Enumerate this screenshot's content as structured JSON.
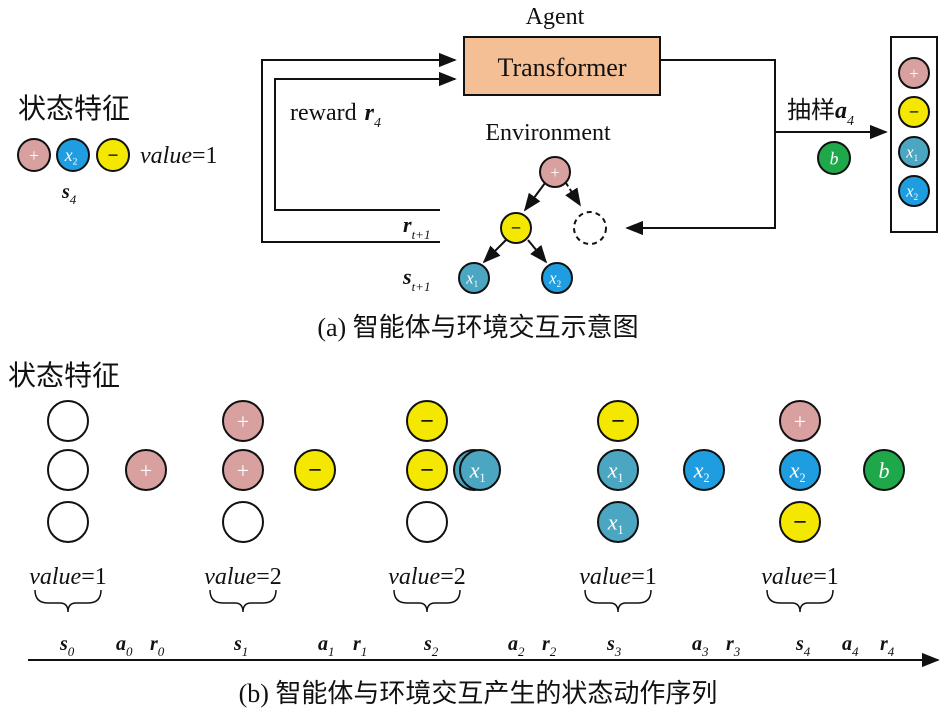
{
  "colors": {
    "plus": "#d9a0a0",
    "minus": "#f5e800",
    "x1": "#4aa6c1",
    "x2": "#1e9ee0",
    "b": "#1ea84a",
    "transformer_fill": "#f5bf96",
    "stroke": "#111111",
    "text_on_token": "#ffffff"
  },
  "panel_a": {
    "agent_label": "Agent",
    "transformer_label": "Transformer",
    "reward_label": "reward",
    "reward_var": "r",
    "reward_sub": "4",
    "environment_label": "Environment",
    "state_features_label": "状态特征",
    "state_tokens": [
      "+",
      "x2",
      "−"
    ],
    "value_label": "value",
    "value_eq": "=1",
    "state_var": "s",
    "state_sub": "4",
    "sample_label": "抽样",
    "action_var": "a",
    "action_sub": "4",
    "sampled_token": "b",
    "output_tokens": [
      "+",
      "−",
      "x1",
      "x2"
    ],
    "r_next_var": "r",
    "r_next_sub": "t+1",
    "s_next_var": "s",
    "s_next_sub": "t+1",
    "tree": {
      "root": "+",
      "left": "−",
      "right": "",
      "left_left": "x1",
      "left_right": "x2"
    },
    "caption": "(a) 智能体与环境交互示意图"
  },
  "panel_b": {
    "state_features_label": "状态特征",
    "states": [
      {
        "slots": [
          "",
          "",
          ""
        ],
        "value": "value",
        "value_eq": "=1",
        "var": "s",
        "sub": "0"
      },
      {
        "slots": [
          "+",
          "+",
          ""
        ],
        "value": "value",
        "value_eq": "=2",
        "var": "s",
        "sub": "1"
      },
      {
        "slots": [
          "−",
          "−|x1",
          ""
        ],
        "value": "value",
        "value_eq": "=2",
        "var": "s",
        "sub": "2"
      },
      {
        "slots": [
          "−",
          "x1",
          "x1"
        ],
        "value": "value",
        "value_eq": "=1",
        "var": "s",
        "sub": "3"
      },
      {
        "slots": [
          "+",
          "x2",
          "−"
        ],
        "value": "value",
        "value_eq": "=1",
        "var": "s",
        "sub": "4"
      }
    ],
    "actions": [
      {
        "token": "+",
        "a_var": "a",
        "a_sub": "0",
        "r_var": "r",
        "r_sub": "0"
      },
      {
        "token": "−",
        "a_var": "a",
        "a_sub": "1",
        "r_var": "r",
        "r_sub": "1"
      },
      {
        "token": "x1",
        "a_var": "a",
        "a_sub": "2",
        "r_var": "r",
        "r_sub": "2"
      },
      {
        "token": "x2",
        "a_var": "a",
        "a_sub": "3",
        "r_var": "r",
        "r_sub": "3"
      },
      {
        "token": "b",
        "a_var": "a",
        "a_sub": "4",
        "r_var": "r",
        "r_sub": "4"
      }
    ],
    "caption": "(b) 智能体与环境交互产生的状态动作序列"
  }
}
